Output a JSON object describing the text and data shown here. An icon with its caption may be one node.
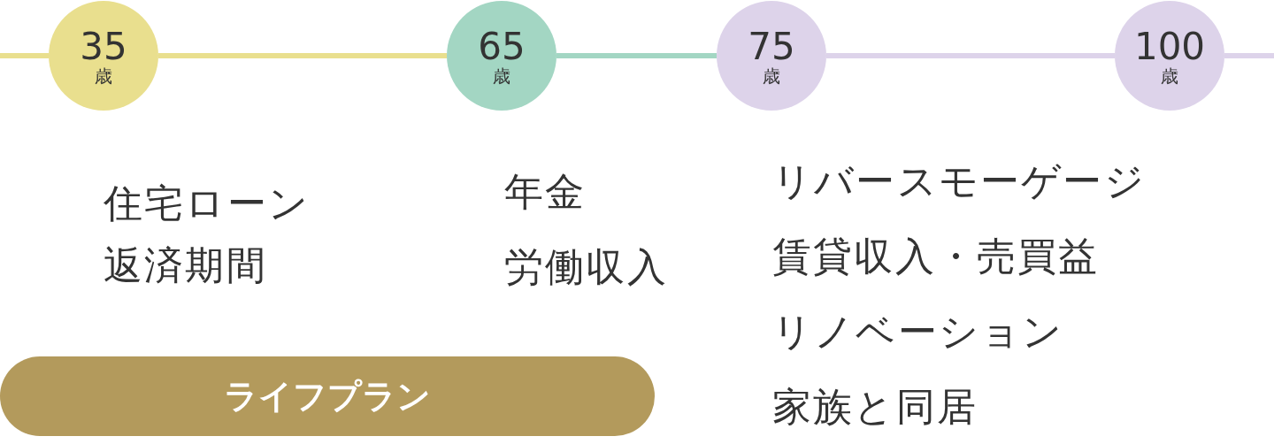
{
  "diagram": {
    "nodes": [
      {
        "text": [
          "35",
          "歳"
        ]
      },
      {
        "text": [
          "65",
          "歳"
        ]
      },
      {
        "text": [
          "75",
          "歳"
        ]
      },
      {
        "text": [
          "100",
          "歳"
        ]
      },
      {
        "text": [
          "ライフプラン"
        ]
      }
    ],
    "edges": [
      {
        "from": null,
        "to": 0,
        "arrow": "none",
        "color": "#e9df8e"
      },
      {
        "from": 0,
        "to": 1,
        "arrow": "none",
        "color": "#e9df8e"
      },
      {
        "from": 1,
        "to": 2,
        "arrow": "none",
        "color": "#a3d6c3"
      },
      {
        "from": 2,
        "to": 3,
        "arrow": "none",
        "color": "#ddd3ea"
      },
      {
        "from": 3,
        "to": null,
        "arrow": "none",
        "color": "#ddd3ea"
      }
    ],
    "labels": [
      "住宅ローン返済期間",
      "年金",
      "労働収入",
      "リバースモーゲージ",
      "賃貸収入・売買益",
      "リノベーション",
      "家族と同居"
    ]
  }
}
